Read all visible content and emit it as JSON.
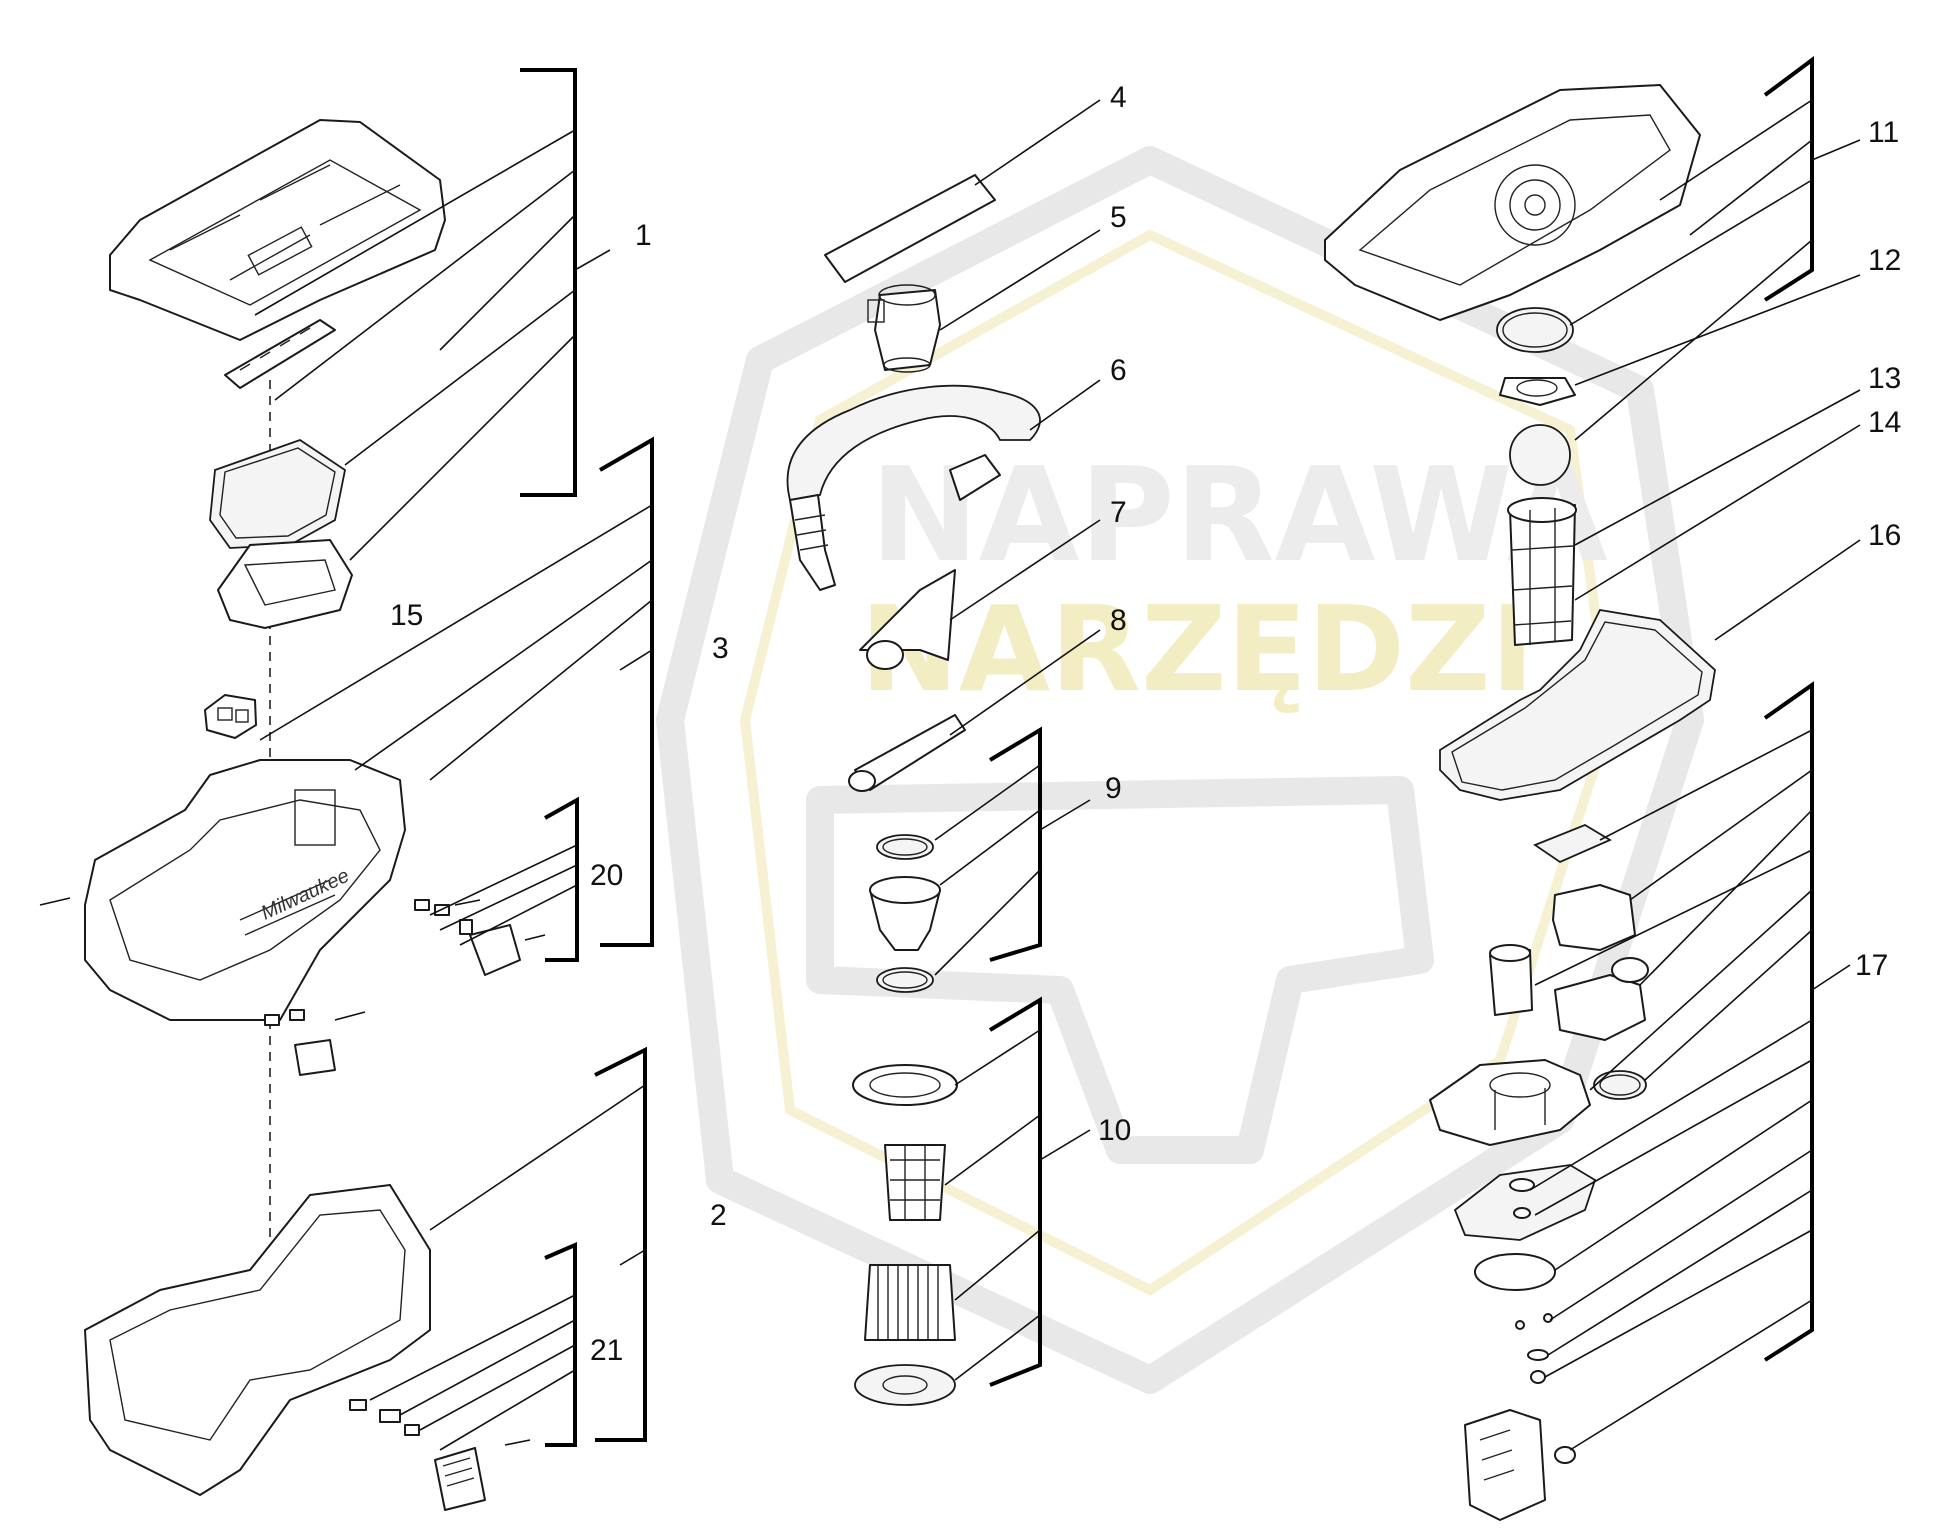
{
  "watermark": {
    "line1": "NAPRAWA",
    "line2": "NARZĘDZI"
  },
  "callouts": [
    {
      "id": "1",
      "label": "1"
    },
    {
      "id": "2",
      "label": "2"
    },
    {
      "id": "3",
      "label": "3"
    },
    {
      "id": "4",
      "label": "4"
    },
    {
      "id": "5",
      "label": "5"
    },
    {
      "id": "6",
      "label": "6"
    },
    {
      "id": "7",
      "label": "7"
    },
    {
      "id": "8",
      "label": "8"
    },
    {
      "id": "9",
      "label": "9"
    },
    {
      "id": "10",
      "label": "10"
    },
    {
      "id": "11",
      "label": "11"
    },
    {
      "id": "12",
      "label": "12"
    },
    {
      "id": "13",
      "label": "13"
    },
    {
      "id": "14",
      "label": "14"
    },
    {
      "id": "15",
      "label": "15"
    },
    {
      "id": "16",
      "label": "16"
    },
    {
      "id": "17",
      "label": "17"
    },
    {
      "id": "20",
      "label": "20"
    },
    {
      "id": "21",
      "label": "21"
    }
  ],
  "colors": {
    "line": "#1a1a1a",
    "watermark_gray": "#e8e8e8",
    "watermark_yellow": "#f3edc4"
  }
}
